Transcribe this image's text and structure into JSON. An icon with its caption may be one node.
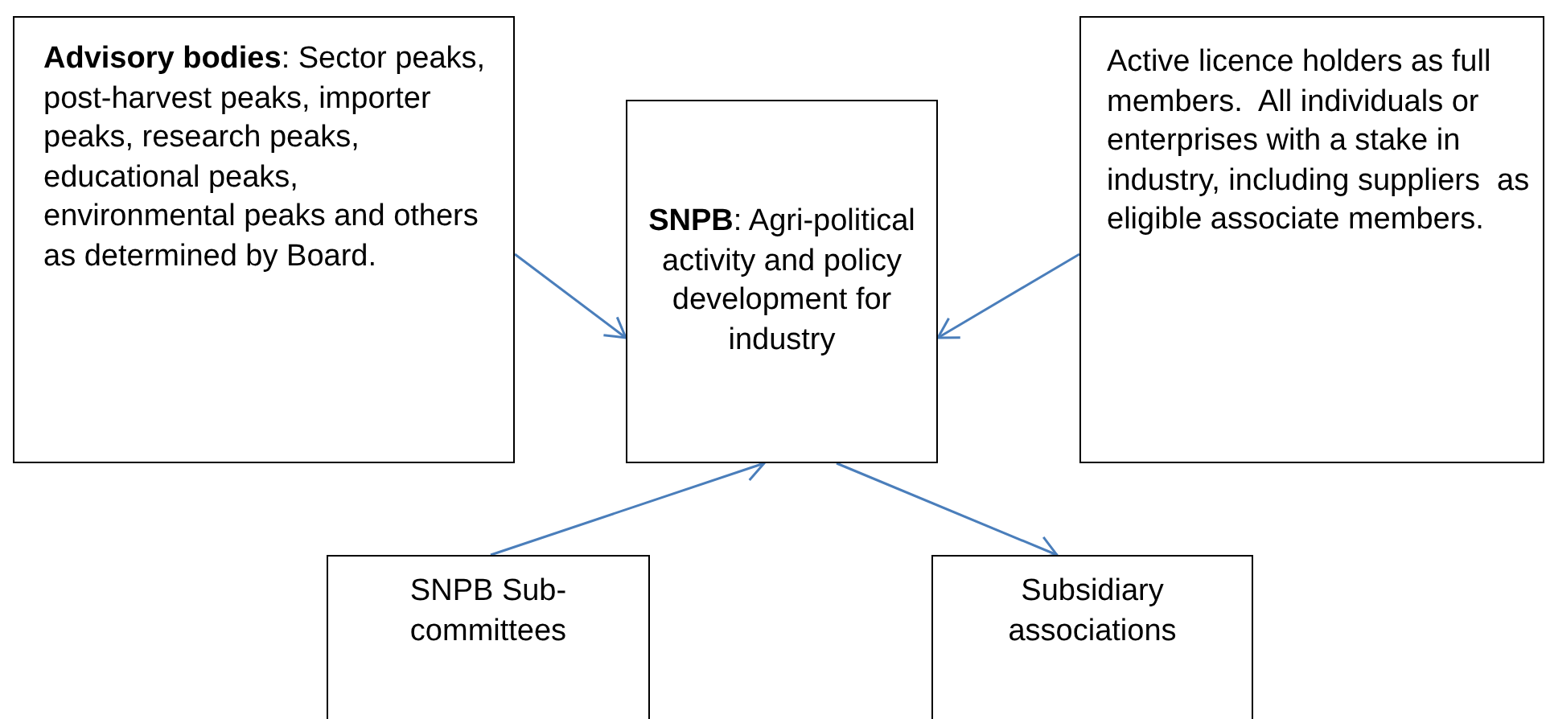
{
  "diagram": {
    "nodes": [
      {
        "text": [
          "**Advisory bodies**: Sector peaks, post-harvest peaks, importer peaks, research peaks, educational peaks, environmental peaks and others as determined by Board."
        ]
      },
      {
        "text": [
          "**SNPB**: Agri-political activity and policy development for industry"
        ]
      },
      {
        "text": [
          "Active licence holders as full members.  All individuals or enterprises with a stake in industry, including suppliers  as eligible associate members."
        ]
      },
      {
        "text": [
          "SNPB Sub-committees"
        ]
      },
      {
        "text": [
          "Subsidiary associations"
        ]
      }
    ],
    "edges": [
      {
        "from": 0,
        "to": 1,
        "arrow": "to"
      },
      {
        "from": 2,
        "to": 1,
        "arrow": "to"
      },
      {
        "from": 3,
        "to": 1,
        "arrow": "to"
      },
      {
        "from": 1,
        "to": 4,
        "arrow": "to"
      }
    ]
  }
}
